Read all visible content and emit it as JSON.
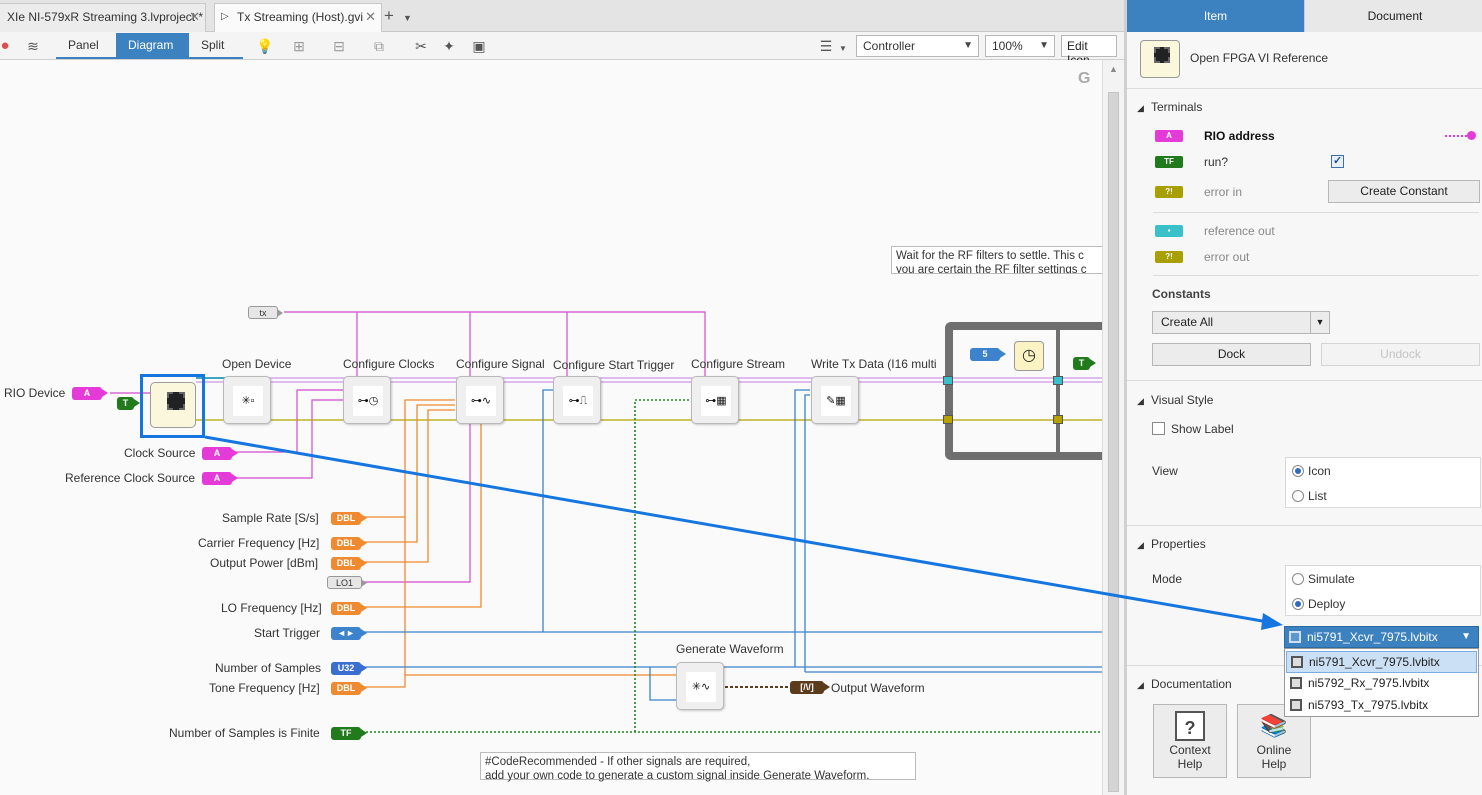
{
  "tabs": [
    {
      "label": "XIe NI-579xR Streaming 3.lvproject *",
      "active": false
    },
    {
      "label": "Tx Streaming (Host).gvi",
      "active": true
    }
  ],
  "toolbar": {
    "views": [
      "Panel",
      "Diagram",
      "Split"
    ],
    "active_view": "Diagram",
    "target": "Controller",
    "zoom": "100%",
    "edit_icon": "Edit Icon"
  },
  "diagram": {
    "controls": [
      {
        "label": "RIO Device",
        "type_glyph": "A"
      },
      {
        "label": "Clock Source",
        "type_glyph": "A"
      },
      {
        "label": "Reference Clock Source",
        "type_glyph": "A"
      },
      {
        "label": "Sample Rate [S/s]",
        "type_glyph": "DBL"
      },
      {
        "label": "Carrier Frequency [Hz]",
        "type_glyph": "DBL"
      },
      {
        "label": "Output Power [dBm]",
        "type_glyph": "DBL"
      },
      {
        "label": "LO Frequency [Hz]",
        "type_glyph": "DBL"
      },
      {
        "label": "Start Trigger",
        "type_glyph": "◄►"
      },
      {
        "label": "Number of Samples",
        "type_glyph": "U32"
      },
      {
        "label": "Tone Frequency [Hz]",
        "type_glyph": "DBL"
      },
      {
        "label": "Number of Samples is Finite",
        "type_glyph": "TF"
      }
    ],
    "constants": {
      "true_const": "T",
      "tx_const": "tx",
      "lo1_const": "LO1",
      "wait_const": "5",
      "true_const2": "T"
    },
    "nodes": [
      "Open Device",
      "Configure Clocks",
      "Configure Signal",
      "Configure Start Trigger",
      "Configure Stream",
      "Write Tx Data (I16 multi",
      "Generate Waveform"
    ],
    "output_indicator": "Output Waveform",
    "output_glyph": "[/\\/]",
    "comments": {
      "rf_wait": [
        "Wait for the RF filters to settle.  This c",
        "you are certain the RF filter settings c"
      ],
      "code_recommended": [
        "#CodeRecommended - If other signals are required,",
        "add your own code to generate a custom signal inside Generate Waveform."
      ]
    },
    "g_badge": "G",
    "colors": {
      "string_wire": "#d44bd0",
      "numeric_wire": "#ef8a30",
      "integer_wire": "#3c82cc",
      "boolean_wire": "#1f8a1f",
      "error_wire": "#b5a300",
      "reference_wire": "#3aa6c0",
      "highlight": "#1676e0"
    }
  },
  "panel": {
    "tabs": [
      "Item",
      "Document"
    ],
    "active_tab": "Item",
    "object_name": "Open FPGA VI Reference",
    "terminals_heading": "Terminals",
    "terminals": [
      {
        "label": "RIO address",
        "glyph": "A",
        "color": "#e33ad8",
        "bold": true
      },
      {
        "label": "run?",
        "glyph": "TF",
        "color": "#217a1c",
        "checked": true
      },
      {
        "label": "error in",
        "glyph": "?!",
        "color": "#a8a000"
      },
      {
        "label": "reference out",
        "glyph": "▪",
        "color": "#3ac0c8"
      },
      {
        "label": "error out",
        "glyph": "?!",
        "color": "#a8a000"
      }
    ],
    "create_constant": "Create Constant",
    "constants_heading": "Constants",
    "create_all": "Create All",
    "dock": "Dock",
    "undock": "Undock",
    "visual_style_heading": "Visual Style",
    "show_label": "Show Label",
    "view_label": "View",
    "view_options": [
      "Icon",
      "List"
    ],
    "view_selected": "Icon",
    "properties_heading": "Properties",
    "mode_label": "Mode",
    "mode_options": [
      "Simulate",
      "Deploy"
    ],
    "mode_selected": "Deploy",
    "bitfile_selected": "ni5791_Xcvr_7975.lvbitx",
    "bitfile_options": [
      "ni5791_Xcvr_7975.lvbitx",
      "ni5792_Rx_7975.lvbitx",
      "ni5793_Tx_7975.lvbitx"
    ],
    "documentation_heading": "Documentation",
    "doc_buttons": [
      [
        "Context",
        "Help"
      ],
      [
        "Online",
        "Help"
      ]
    ]
  }
}
